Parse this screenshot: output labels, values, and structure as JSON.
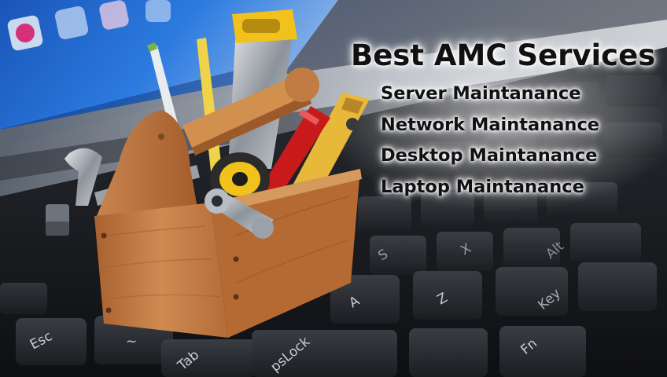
{
  "headline": "Best AMC Services",
  "services": [
    {
      "label": "Server Maintanance"
    },
    {
      "label": "Network Maintanance"
    },
    {
      "label": "Desktop Maintanance"
    },
    {
      "label": "Laptop Maintanance"
    }
  ],
  "keys": {
    "esc": "Esc",
    "tab": "Tab",
    "caps_lock": "psLock",
    "a": "A",
    "s": "S",
    "z": "Z",
    "x": "X",
    "fn": "Fn",
    "alt": "Alt",
    "key": "Key",
    "tilde": "~"
  },
  "colors": {
    "screen_blue": "#1f63c8",
    "keyboard_dark": "#16181c",
    "laptop_silver": "#a8adb5",
    "toolbox_wood": "#c57b46",
    "handle_wood": "#d2904f",
    "level_yellow": "#e8b83a",
    "screwdriver_red": "#c81a1a",
    "text": "#111111",
    "text_glow": "#ffffff"
  },
  "icons": [
    "hammer-icon",
    "saw-icon",
    "pencil-icon",
    "ruler-icon",
    "tape-measure-icon",
    "wrench-icon",
    "screwdriver-icon",
    "spirit-level-icon",
    "toolbox-icon"
  ]
}
